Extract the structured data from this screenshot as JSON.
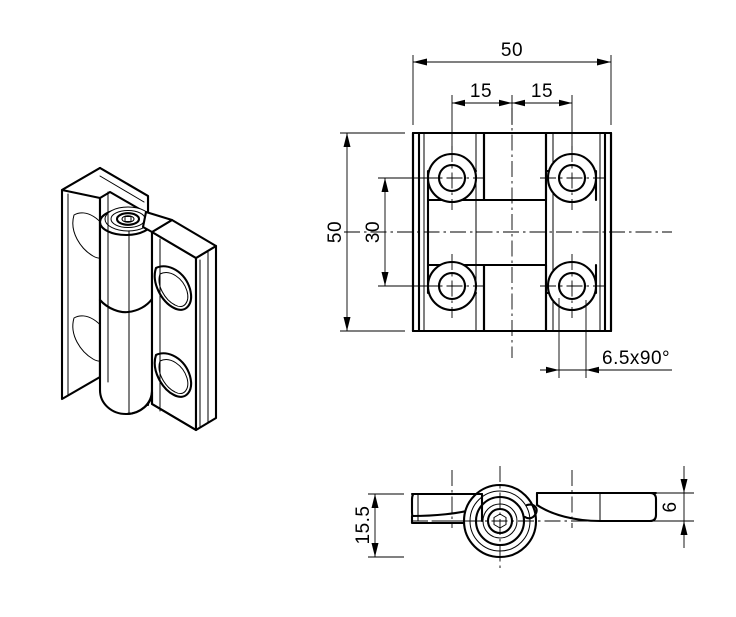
{
  "document": {
    "type": "engineering-drawing",
    "subject": "hinge",
    "projection": "third-angle multiview with isometric pictorial",
    "background_color": "#ffffff",
    "line_color": "#000000"
  },
  "views": {
    "isometric": {
      "name": "isometric-pictorial-view",
      "label": "",
      "description": "3D pictorial of two-leaf hinge with central barrel knuckle and socket screw"
    },
    "top": {
      "name": "top-view",
      "label": "",
      "description": "Plan view showing square leaf plate with four counterbored holes and central knuckle"
    },
    "front": {
      "name": "front-view",
      "label": "",
      "description": "Front elevation showing profile thickness and hinge pin boss"
    }
  },
  "dimensions": {
    "overall_width": {
      "value": "50",
      "name": "dimension-overall-width",
      "orientation": "horizontal",
      "view": "top"
    },
    "overall_height": {
      "value": "50",
      "name": "dimension-overall-height",
      "orientation": "vertical",
      "view": "top"
    },
    "hole_spacing_left": {
      "value": "15",
      "name": "dimension-hole-spacing-left",
      "orientation": "horizontal",
      "view": "top"
    },
    "hole_spacing_right": {
      "value": "15",
      "name": "dimension-hole-spacing-right",
      "orientation": "horizontal",
      "view": "top"
    },
    "hole_vertical_spacing": {
      "value": "30",
      "name": "dimension-hole-vertical-spacing",
      "orientation": "vertical",
      "view": "top"
    },
    "counterbore_note": {
      "value": "6.5x90",
      "symbol": "°",
      "full_text": "6.5x90°",
      "name": "note-counterbore-chamfer",
      "view": "top"
    },
    "profile_height": {
      "value": "15.5",
      "name": "dimension-profile-height",
      "orientation": "vertical",
      "view": "front"
    },
    "plate_thickness": {
      "value": "6",
      "name": "dimension-plate-thickness",
      "orientation": "vertical",
      "view": "front"
    }
  },
  "dimension_list": [
    {
      "label": "50",
      "meaning": "overall width of hinge plate"
    },
    {
      "label": "50",
      "meaning": "overall height of hinge plate"
    },
    {
      "label": "15",
      "meaning": "hole centre to centreline, left"
    },
    {
      "label": "15",
      "meaning": "hole centre to centreline, right"
    },
    {
      "label": "30",
      "meaning": "vertical distance between hole centres"
    },
    {
      "label": "6.5x90°",
      "meaning": "counterbore diameter and chamfer angle"
    },
    {
      "label": "15.5",
      "meaning": "overall profile height in front view"
    },
    {
      "label": "6",
      "meaning": "leaf plate thickness"
    }
  ]
}
